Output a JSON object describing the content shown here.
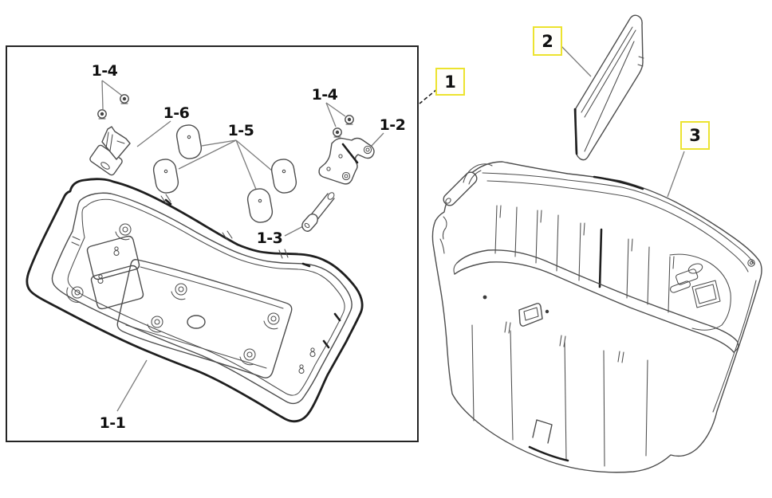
{
  "figure": {
    "kind": "exploded parts diagram"
  },
  "colors": {
    "background": "#ffffff",
    "line": "#4d4d4d",
    "line_dark": "#1f1f1f",
    "leader": "#7d7d7d",
    "panel_border": "#242424",
    "callout_border": "#ece32f",
    "callout_background": "#fffefa",
    "label_text": "#111111"
  },
  "callouts": [
    {
      "ref": "1",
      "text": "1"
    },
    {
      "ref": "2",
      "text": "2"
    },
    {
      "ref": "3",
      "text": "3"
    }
  ],
  "part_labels": [
    {
      "ref": "1-4-left",
      "text": "1-4"
    },
    {
      "ref": "1-6",
      "text": "1-6"
    },
    {
      "ref": "1-5",
      "text": "1-5"
    },
    {
      "ref": "1-4-right",
      "text": "1-4"
    },
    {
      "ref": "1-2",
      "text": "1-2"
    },
    {
      "ref": "1-3",
      "text": "1-3"
    },
    {
      "ref": "1-1",
      "text": "1-1"
    }
  ]
}
